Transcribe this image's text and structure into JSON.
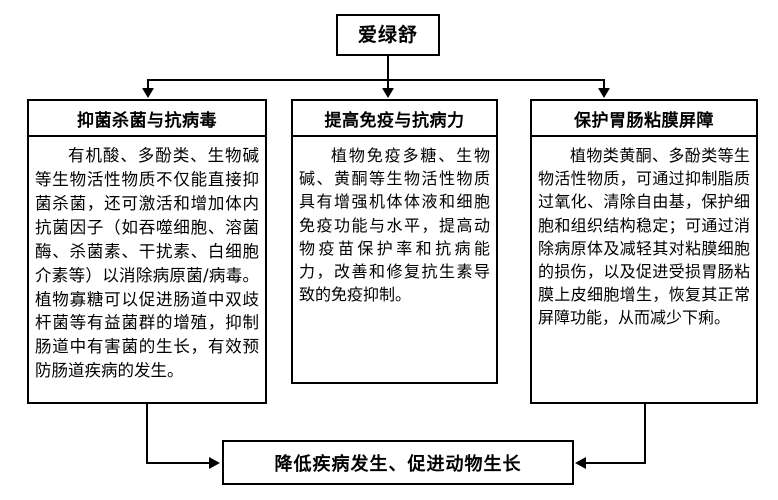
{
  "diagram": {
    "root": {
      "label": "爱绿舒"
    },
    "branches": [
      {
        "header": "抑菌杀菌与抗病毒",
        "body": "有机酸、多酚类、生物碱等生物活性物质不仅能直接抑菌杀菌，还可激活和增加体内抗菌因子（如吞噬细胞、溶菌酶、杀菌素、干扰素、白细胞介素等）以消除病原菌/病毒。植物寡糖可以促进肠道中双歧杆菌等有益菌群的增殖，抑制肠道中有害菌的生长，有效预防肠道疾病的发生。"
      },
      {
        "header": "提高免疫与抗病力",
        "body": "植物免疫多糖、生物碱、黄酮等生物活性物质具有增强机体体液和细胞免疫功能与水平，提高动物疫苗保护率和抗病能力，改善和修复抗生素导致的免疫抑制。"
      },
      {
        "header": "保护胃肠粘膜屏障",
        "body": "植物类黄酮、多酚类等生物活性物质，可通过抑制脂质过氧化、清除自由基，保护细胞和组织结构稳定；可通过消除病原体及减轻其对粘膜细胞的损伤，以及促进受损胃肠粘膜上皮细胞增生，恢复其正常屏障功能，从而减少下痢。"
      }
    ],
    "outcome": {
      "label": "降低疾病发生、促进动物生长"
    },
    "colors": {
      "stroke": "#000000",
      "background": "#ffffff",
      "text": "#000000"
    }
  }
}
